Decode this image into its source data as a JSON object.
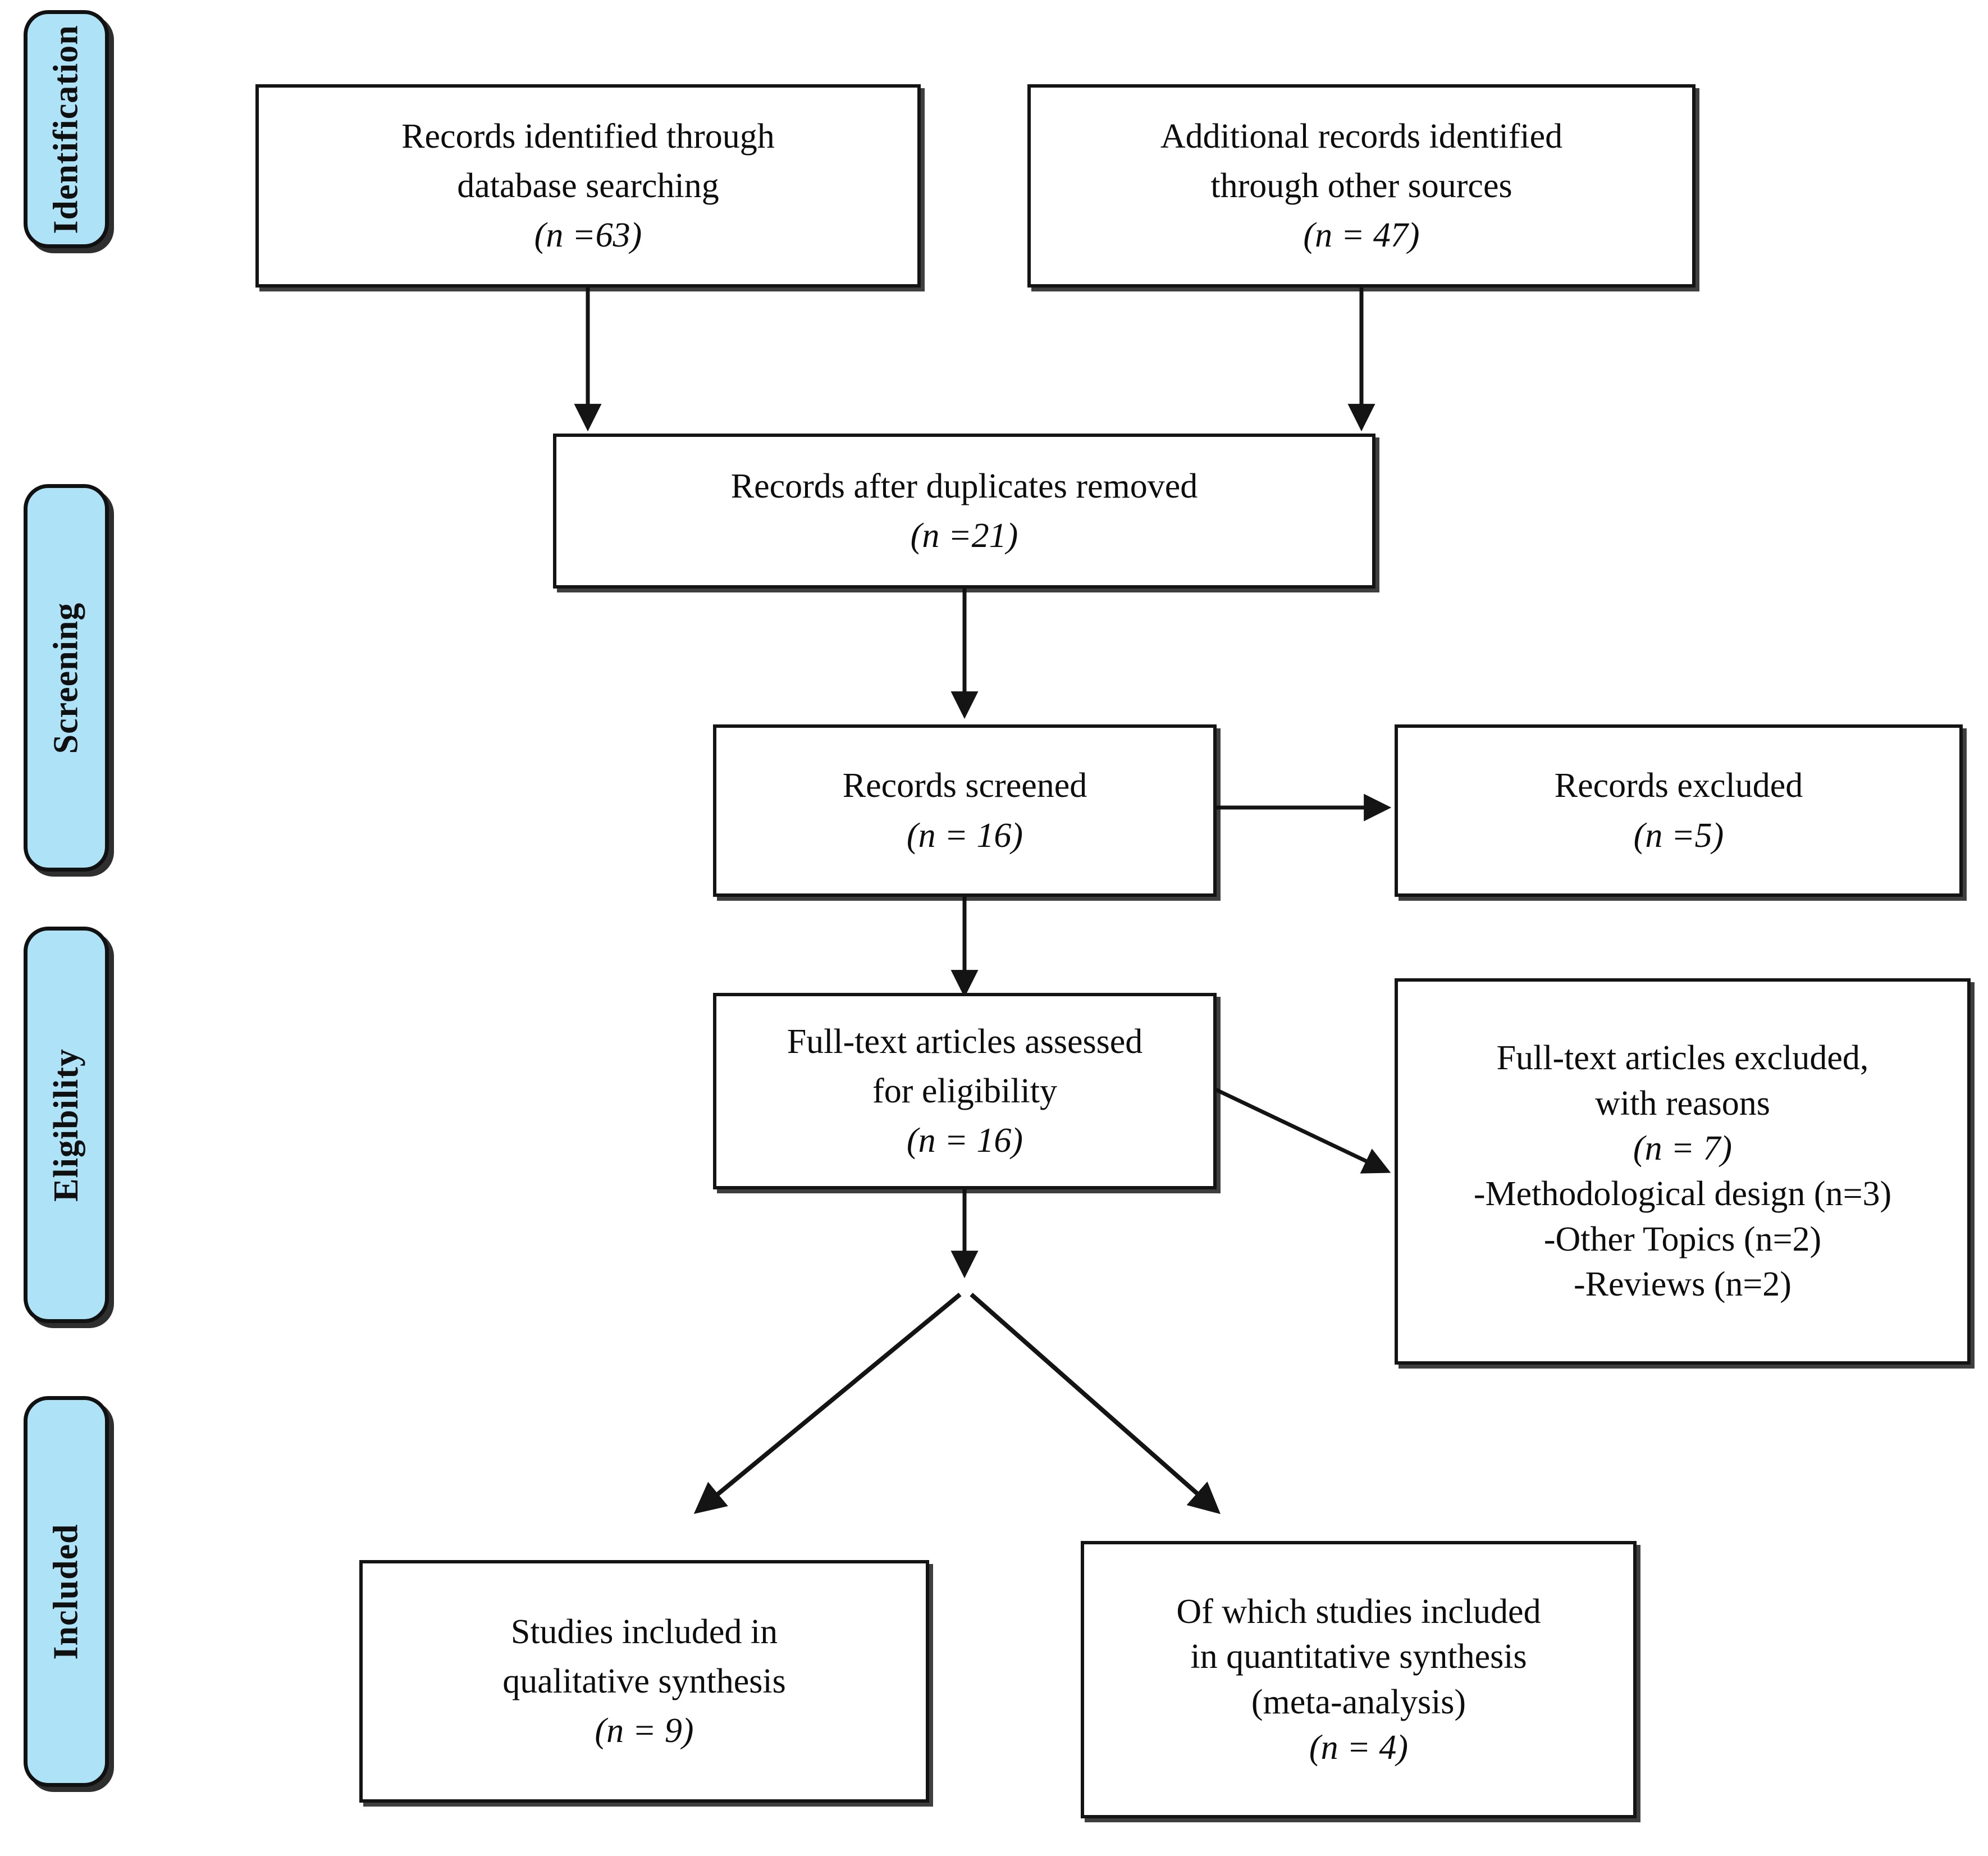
{
  "diagram": {
    "type": "prisma-flow-diagram",
    "accent_color": "#ADE2F7",
    "line_color": "#141414",
    "background": "#ffffff"
  },
  "stages": [
    {
      "label": "Identification"
    },
    {
      "label": "Screening"
    },
    {
      "label": "Eligibility"
    },
    {
      "label": "Included"
    }
  ],
  "boxes": {
    "db_records": {
      "line1": "Records identified through",
      "line2": "database searching",
      "line3": "(n =63)"
    },
    "other_records": {
      "line1": "Additional records identified",
      "line2": "through other sources",
      "line3": "(n = 47)"
    },
    "duplicates_removed": {
      "line1": "Records after duplicates removed",
      "line2": "(n =21)"
    },
    "records_screened": {
      "line1": "Records screened",
      "line2": "(n = 16)"
    },
    "records_excluded": {
      "line1": "Records excluded",
      "line2": "(n =5)"
    },
    "fulltext_assessed": {
      "line1": "Full-text articles assessed",
      "line2": "for eligibility",
      "line3": "(n = 16)"
    },
    "fulltext_excluded": {
      "line1": "Full-text articles excluded,",
      "line2": "with reasons",
      "line3": "(n = 7)",
      "reason1": "-Methodological design (n=3)",
      "reason2": "-Other Topics (n=2)",
      "reason3": "-Reviews (n=2)"
    },
    "qualitative_synthesis": {
      "line1": "Studies included in",
      "line2": "qualitative synthesis",
      "line3": "(n = 9)"
    },
    "quantitative_synthesis": {
      "line1": "Of which studies included",
      "line2": "in quantitative synthesis",
      "line3": "(meta-analysis)",
      "line4": "(n = 4)"
    }
  },
  "chart_data": {
    "type": "table",
    "title": "PRISMA flow of study selection",
    "categories": [
      "Records identified through database searching",
      "Additional records identified through other sources",
      "Records after duplicates removed",
      "Records screened",
      "Records excluded",
      "Full-text articles assessed for eligibility",
      "Full-text articles excluded, with reasons",
      "Methodological design",
      "Other Topics",
      "Reviews",
      "Studies included in qualitative synthesis",
      "Of which studies included in quantitative synthesis (meta-analysis)"
    ],
    "values": [
      63,
      47,
      21,
      16,
      5,
      16,
      7,
      3,
      2,
      2,
      9,
      4
    ]
  }
}
